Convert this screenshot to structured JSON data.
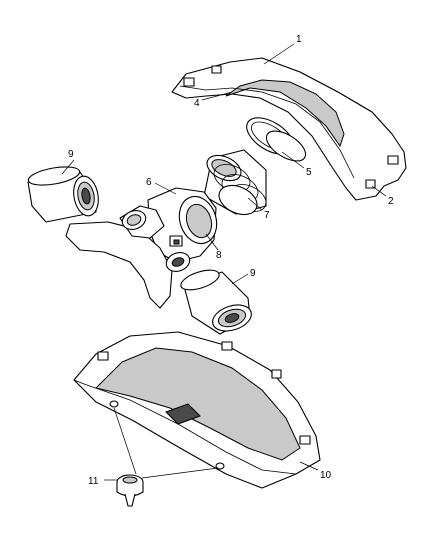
{
  "callouts": {
    "c1": "1",
    "c2": "2",
    "c4": "4",
    "c5": "5",
    "c6": "6",
    "c7": "7",
    "c8": "8",
    "c9a": "9",
    "c9b": "9",
    "c10": "10",
    "c11": "11"
  }
}
